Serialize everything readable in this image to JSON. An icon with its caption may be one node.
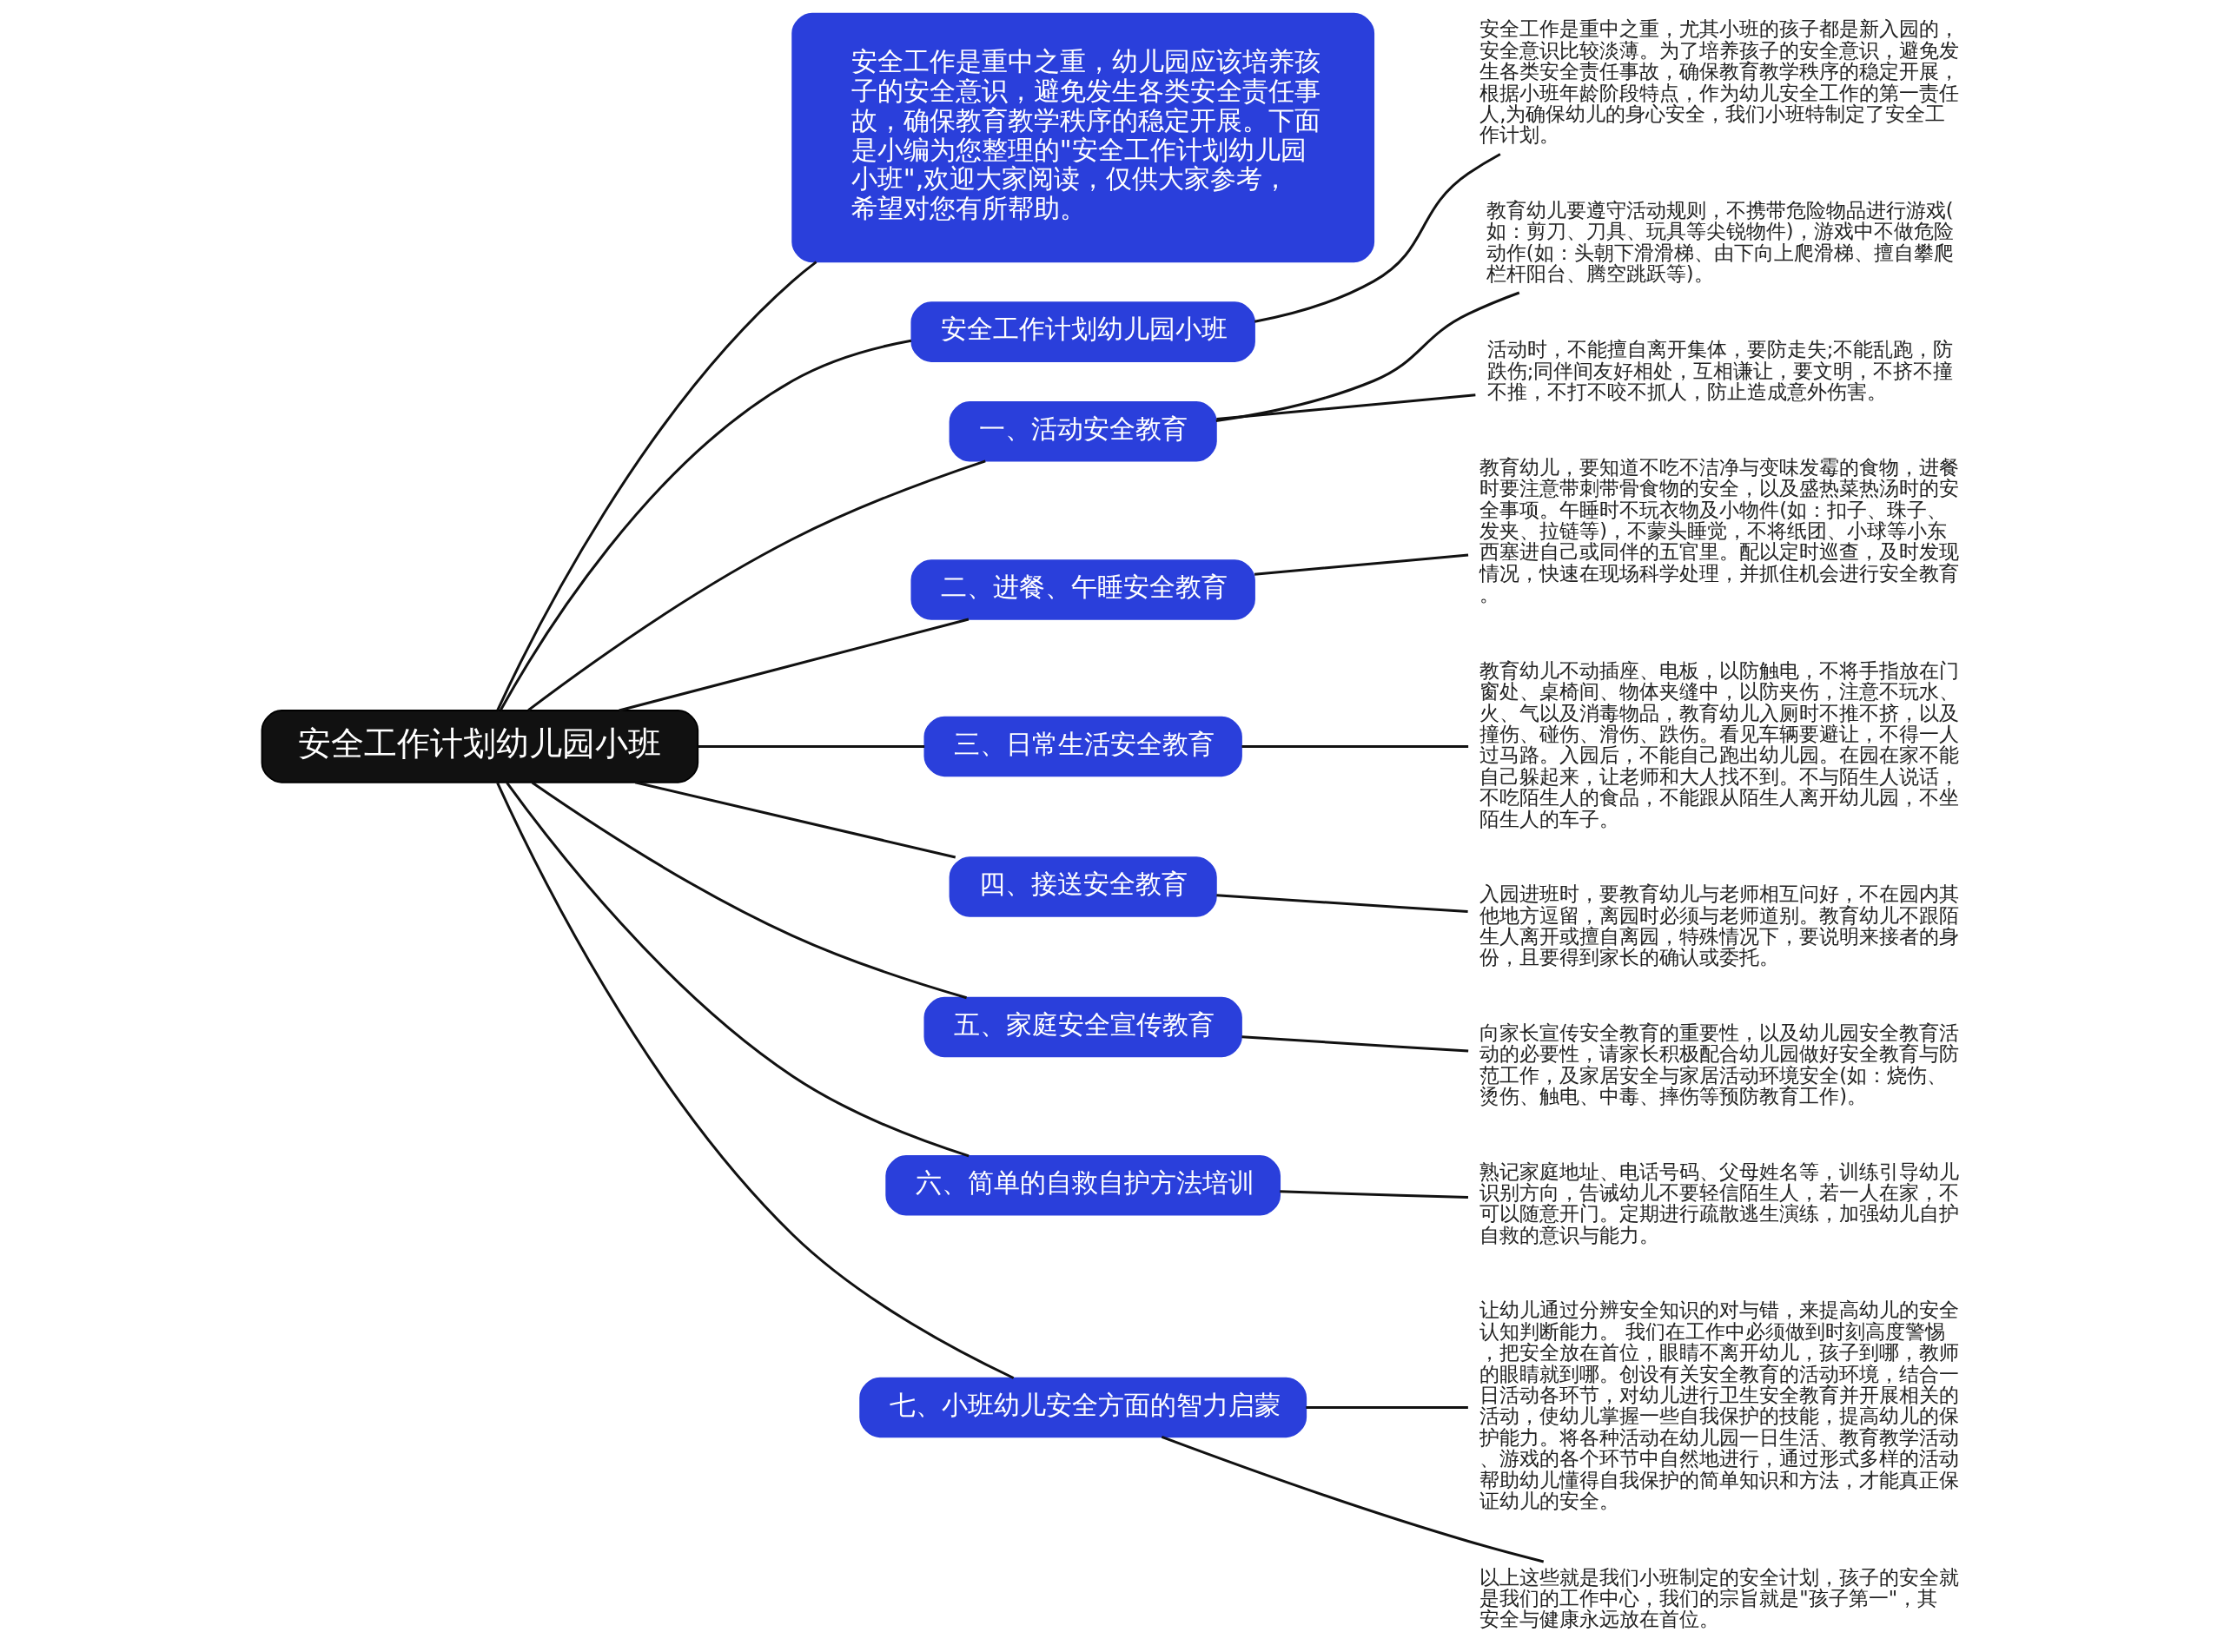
{
  "diagram": {
    "nodes": [
      {
        "text": [
          "安全工作计划幼儿园小班"
        ]
      },
      {
        "text": [
          "安全工作是重中之重，幼儿园应该培养孩子的安全意识，避免发生各类安全责任事故，确保教育教学秩序的稳定开展。下面是小编为您整理的\"安全工作计划幼儿园小班\",欢迎大家阅读，仅供大家参考，希望对您有所帮助。"
        ]
      },
      {
        "text": [
          "安全工作计划幼儿园小班"
        ]
      },
      {
        "text": [
          "安全工作是重中之重，尤其小班的孩子都是新入园的，安全意识比较淡薄。为了培养孩子的安全意识，避免发生各类安全责任事故，确保教育教学秩序的稳定开展，根据小班年龄阶段特点，作为幼儿安全工作的第一责任人,为确保幼儿的身心安全，我们小班特制定了安全工作计划。"
        ]
      },
      {
        "text": [
          "一、活动安全教育"
        ]
      },
      {
        "text": [
          "教育幼儿要遵守活动规则，不携带危险物品进行游戏(如：剪刀、刀具、玩具等尖锐物件)，游戏中不做危险动作(如：头朝下滑滑梯、由下向上爬滑梯、擅自攀爬栏杆阳台、腾空跳跃等)。"
        ]
      },
      {
        "text": [
          "活动时，不能擅自离开集体，要防走失;不能乱跑，防跌伤;同伴间友好相处，互相谦让，要文明，不挤不撞不推，不打不咬不抓人，防止造成意外伤害。"
        ]
      },
      {
        "text": [
          "二、进餐、午睡安全教育"
        ]
      },
      {
        "text": [
          "教育幼儿，要知道不吃不洁净与变味发霉的食物，进餐时要注意带刺带骨食物的安全，以及盛热菜热汤时的安全事项。午睡时不玩衣物及小物件(如：扣子、珠子、发夹、拉链等)，不蒙头睡觉，不将纸团、小球等小东西塞进自己或同伴的五官里。配以定时巡查，及时发现情况，快速在现场科学处理，并抓住机会进行安全教育。"
        ]
      },
      {
        "text": [
          "三、日常生活安全教育"
        ]
      },
      {
        "text": [
          "教育幼儿不动插座、电板，以防触电，不将手指放在门窗处、桌椅间、物体夹缝中，以防夹伤，注意不玩水、火、气以及消毒物品，教育幼儿入厕时不推不挤，以及撞伤、碰伤、滑伤、跌伤。看见车辆要避让，不得一人过马路。入园后，不能自己跑出幼儿园。在园在家不能自己躲起来，让老师和大人找不到。不与陌生人说话，不吃陌生人的食品，不能跟从陌生人离开幼儿园，不坐陌生人的车子。"
        ]
      },
      {
        "text": [
          "四、接送安全教育"
        ]
      },
      {
        "text": [
          "入园进班时，要教育幼儿与老师相互问好，不在园内其他地方逗留，离园时必须与老师道别。教育幼儿不跟陌生人离开或擅自离园，特殊情况下，要说明来接者的身份，且要得到家长的确认或委托。"
        ]
      },
      {
        "text": [
          "五、家庭安全宣传教育"
        ]
      },
      {
        "text": [
          "向家长宣传安全教育的重要性，以及幼儿园安全教育活动的必要性，请家长积极配合幼儿园做好安全教育与防范工作，及家居安全与家居活动环境安全(如：烧伤、烫伤、触电、中毒、摔伤等预防教育工作)。"
        ]
      },
      {
        "text": [
          "六、简单的自救自护方法培训"
        ]
      },
      {
        "text": [
          "熟记家庭地址、电话号码、父母姓名等，训练引导幼儿识别方向，告诫幼儿不要轻信陌生人，若一人在家，不可以随意开门。定期进行疏散逃生演练，加强幼儿自护自救的意识与能力。"
        ]
      },
      {
        "text": [
          "七、小班幼儿安全方面的智力启蒙"
        ]
      },
      {
        "text": [
          "让幼儿通过分辨安全知识的对与错，来提高幼儿的安全认知判断能力。 我们在工作中必须做到时刻高度警惕，把安全放在首位，眼睛不离开幼儿，孩子到哪，教师的眼睛就到哪。创设有关安全教育的活动环境，结合一日活动各环节，对幼儿进行卫生安全教育并开展相关的活动，使幼儿掌握一些自我保护的技能，提高幼儿的保护能力。将各种活动在幼儿园一日生活、教育教学活动、游戏的各个环节中自然地进行，通过形式多样的活动帮助幼儿懂得自我保护的简单知识和方法，才能真正保证幼儿的安全。"
        ]
      },
      {
        "text": [
          "以上这些就是我们小班制定的安全计划，孩子的安全就是我们的工作中心，我们的宗旨就是\"孩子第一\"，其安全与健康永远放在首位。"
        ]
      }
    ],
    "edges": [
      {
        "from": 0,
        "to": 1,
        "arrow": "none"
      },
      {
        "from": 0,
        "to": 2,
        "arrow": "none"
      },
      {
        "from": 2,
        "to": 3,
        "arrow": "none"
      },
      {
        "from": 0,
        "to": 4,
        "arrow": "none"
      },
      {
        "from": 4,
        "to": 5,
        "arrow": "none"
      },
      {
        "from": 4,
        "to": 6,
        "arrow": "none"
      },
      {
        "from": 0,
        "to": 7,
        "arrow": "none"
      },
      {
        "from": 7,
        "to": 8,
        "arrow": "none"
      },
      {
        "from": 0,
        "to": 9,
        "arrow": "none"
      },
      {
        "from": 9,
        "to": 10,
        "arrow": "none"
      },
      {
        "from": 0,
        "to": 11,
        "arrow": "none"
      },
      {
        "from": 11,
        "to": 12,
        "arrow": "none"
      },
      {
        "from": 0,
        "to": 13,
        "arrow": "none"
      },
      {
        "from": 13,
        "to": 14,
        "arrow": "none"
      },
      {
        "from": 0,
        "to": 15,
        "arrow": "none"
      },
      {
        "from": 15,
        "to": 16,
        "arrow": "none"
      },
      {
        "from": 0,
        "to": 17,
        "arrow": "none"
      },
      {
        "from": 17,
        "to": 18,
        "arrow": "none"
      },
      {
        "from": 17,
        "to": 19,
        "arrow": "none"
      }
    ]
  }
}
